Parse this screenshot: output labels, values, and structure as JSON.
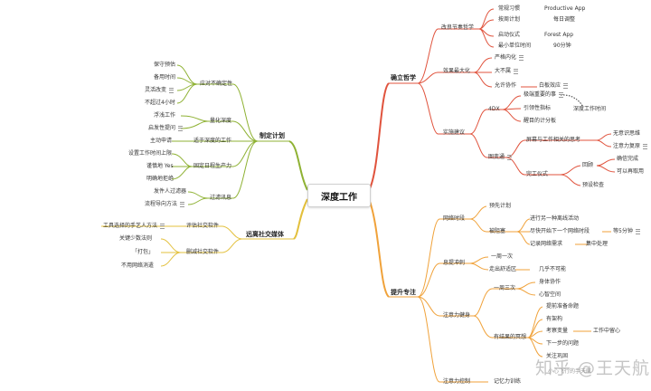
{
  "center": "深度工作",
  "colors": {
    "red": "#e0533d",
    "olive": "#8fb234",
    "yellow": "#e3c03c",
    "orange": "#f0a23a"
  },
  "branches": {
    "philosophy": {
      "label": "确立哲学",
      "habit": {
        "label": "改良节奏哲学",
        "items": [
          {
            "k": "常规习惯",
            "v": "Productive App"
          },
          {
            "k": "按周计划",
            "v": "每日调整"
          },
          {
            "k": "启动仪式",
            "v": "Forest App"
          },
          {
            "k": "最小单位时间",
            "v": "90分钟"
          }
        ]
      },
      "effect": {
        "label": "效果最大化",
        "items": [
          "严格内化",
          "大不属",
          "允许协作"
        ],
        "whiteboard": "白板效应"
      },
      "practice": {
        "label": "实施建议",
        "fourdx": {
          "label": "4DX",
          "items": [
            "极端重要的事",
            "引领性指标",
            "醒目的计分板"
          ],
          "xleft": "深度工作时间"
        },
        "action": {
          "label": "图变通",
          "items": [
            "屏幕与工作相关的思考",
            "完工仪式"
          ],
          "sub": [
            "无意识思维",
            "注意力复原",
            "确信完成",
            "可以再取用"
          ],
          "review": "回顾",
          "plan": "预设检查"
        }
      }
    },
    "plan": {
      "label": "制定计划",
      "uncertain": {
        "label": "应对不确定性",
        "items": [
          "保守预估",
          "备用时间",
          "灵活改变",
          "不超过4小时"
        ]
      },
      "quantify": {
        "label": "量化深度",
        "items": [
          "浮浅工作",
          "启发性提问"
        ]
      },
      "adapt": {
        "label": "适于深度的工作",
        "items": [
          "主动申请"
        ]
      },
      "fixed": {
        "label": "固定日程生产力",
        "items": [
          "设置工作时间上限",
          "谨慎地 Yes",
          "明确地拒绝"
        ]
      },
      "filter": {
        "label": "过滤讯息",
        "items": [
          "发件人过滤器",
          "流程导向方法"
        ]
      }
    },
    "social": {
      "label": "远离社交媒体",
      "eval": {
        "label": "评估社交软件",
        "items": [
          "工具选择的手艺人方法"
        ]
      },
      "remove": {
        "label": "删减社交软件",
        "items": [
          "关键少数法则",
          "「打包」",
          "不用网络消遣"
        ]
      }
    },
    "focus": {
      "label": "提升专注",
      "internet": {
        "label": "网络时段",
        "items": [
          "预先计划"
        ],
        "block": {
          "label": "被阻塞",
          "items": [
            "进行另一种离线活动",
            "尽快开始下一个网络时段",
            "记录网络需求"
          ],
          "extras": [
            "等5分钟",
            "集中处理"
          ]
        }
      },
      "boredom": {
        "label": "息提冲刺",
        "items": [
          "一周一次",
          "走出舒适区"
        ],
        "extra": "几乎不可能"
      },
      "fitness": {
        "label": "注意力健身",
        "weekly": "一周三次",
        "weekly_items": [
          "身体协作",
          "心智空间"
        ],
        "thinking": {
          "label": "有结果的冥想",
          "items": [
            "提前准备命题",
            "有架构",
            "考察变量",
            "下一步的问题",
            "关注巩固"
          ],
          "extra": "工作中留心"
        }
      },
      "control": {
        "label": "注意力控制",
        "items": [
          "记忆力训练"
        ]
      }
    }
  },
  "watermark": {
    "main": "知乎 @王天航",
    "sub": "小心飞行的手天航"
  }
}
